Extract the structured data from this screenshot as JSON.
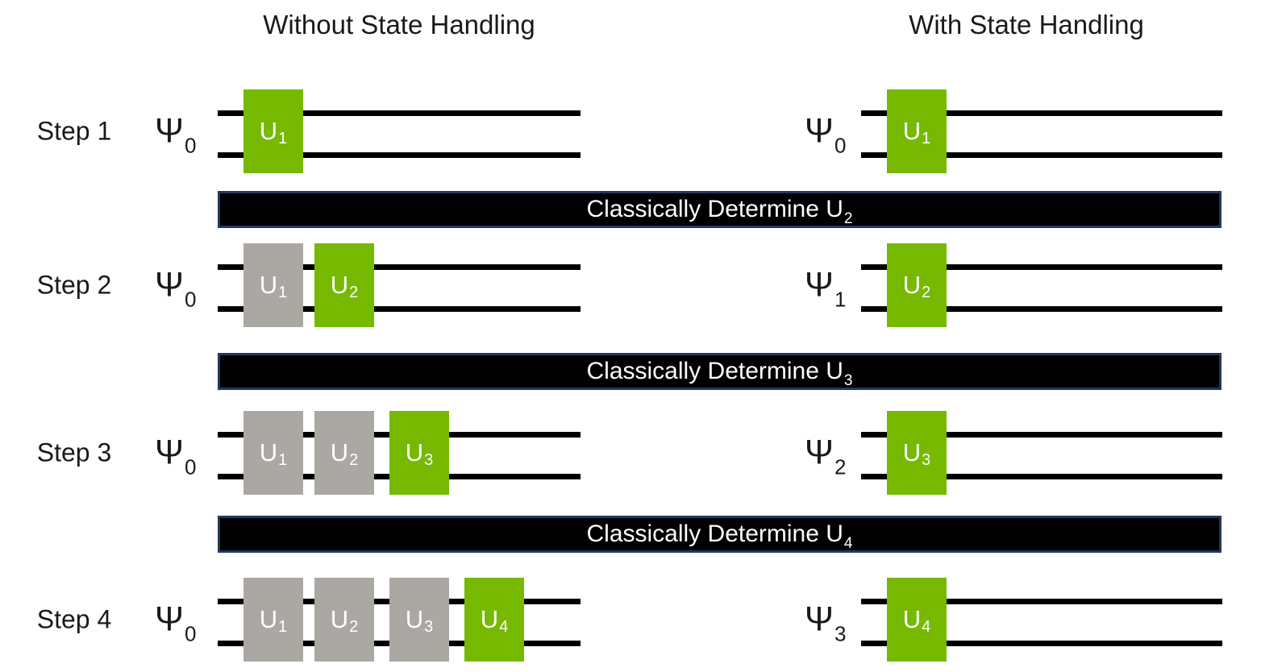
{
  "titles": {
    "left": "Without State Handling",
    "right": "With State Handling"
  },
  "banners": [
    {
      "label": "Classically Determine U",
      "subscript": "2"
    },
    {
      "label": "Classically Determine U",
      "subscript": "3"
    },
    {
      "label": "Classically Determine U",
      "subscript": "4"
    }
  ],
  "steps": [
    {
      "label": "Step 1",
      "left": {
        "state": "Ψ",
        "state_subscript": "0",
        "gates": [
          {
            "label": "U",
            "subscript": "1",
            "status": "active"
          }
        ]
      },
      "right": {
        "state": "Ψ",
        "state_subscript": "0",
        "gates": [
          {
            "label": "U",
            "subscript": "1",
            "status": "active"
          }
        ]
      }
    },
    {
      "label": "Step 2",
      "left": {
        "state": "Ψ",
        "state_subscript": "0",
        "gates": [
          {
            "label": "U",
            "subscript": "1",
            "status": "past"
          },
          {
            "label": "U",
            "subscript": "2",
            "status": "active"
          }
        ]
      },
      "right": {
        "state": "Ψ",
        "state_subscript": "1",
        "gates": [
          {
            "label": "U",
            "subscript": "2",
            "status": "active"
          }
        ]
      }
    },
    {
      "label": "Step 3",
      "left": {
        "state": "Ψ",
        "state_subscript": "0",
        "gates": [
          {
            "label": "U",
            "subscript": "1",
            "status": "past"
          },
          {
            "label": "U",
            "subscript": "2",
            "status": "past"
          },
          {
            "label": "U",
            "subscript": "3",
            "status": "active"
          }
        ]
      },
      "right": {
        "state": "Ψ",
        "state_subscript": "2",
        "gates": [
          {
            "label": "U",
            "subscript": "3",
            "status": "active"
          }
        ]
      }
    },
    {
      "label": "Step 4",
      "left": {
        "state": "Ψ",
        "state_subscript": "0",
        "gates": [
          {
            "label": "U",
            "subscript": "1",
            "status": "past"
          },
          {
            "label": "U",
            "subscript": "2",
            "status": "past"
          },
          {
            "label": "U",
            "subscript": "3",
            "status": "past"
          },
          {
            "label": "U",
            "subscript": "4",
            "status": "active"
          }
        ]
      },
      "right": {
        "state": "Ψ",
        "state_subscript": "3",
        "gates": [
          {
            "label": "U",
            "subscript": "4",
            "status": "active"
          }
        ]
      }
    }
  ],
  "colors": {
    "active_gate": "#76B900",
    "completed_gate": "#ABA8A3",
    "wire": "#000000",
    "banner_background": "#000000",
    "banner_border": "#1F3A5E",
    "banner_text": "#FFFFFF",
    "gate_text": "#FFFFFF",
    "text": "#1A1A1A"
  }
}
